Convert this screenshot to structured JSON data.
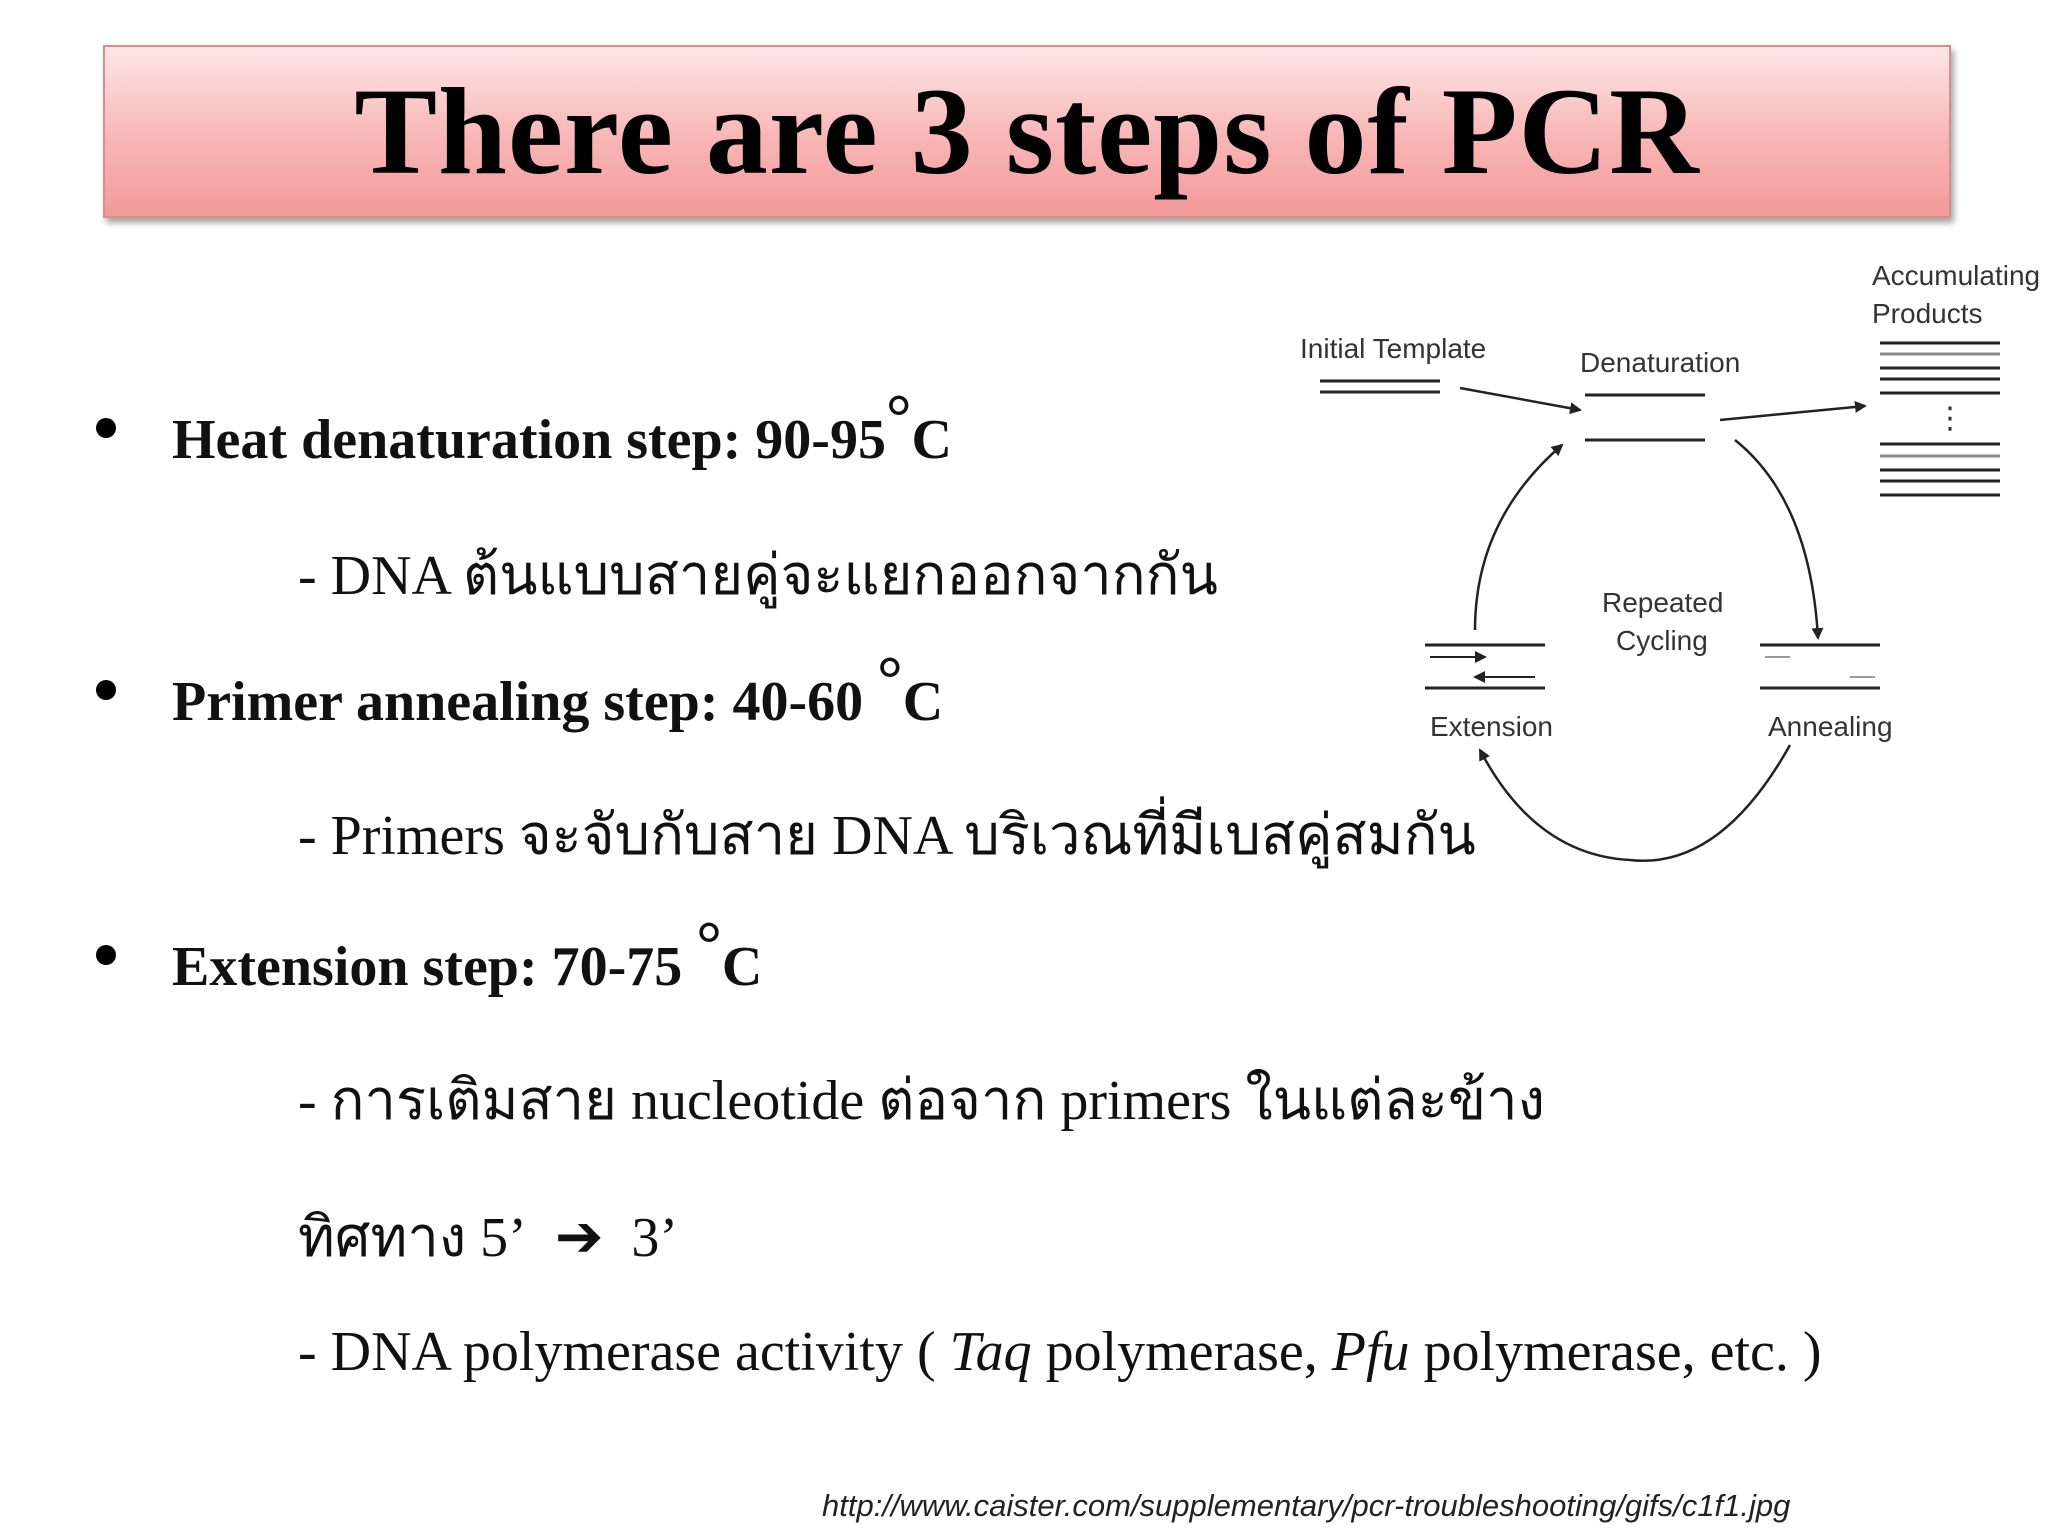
{
  "title": "There are 3 steps of PCR",
  "steps": [
    {
      "heading": "Heat denaturation step: 90-95",
      "degree_symbol": "°",
      "unit": "C",
      "details": [
        "- DNA ต้นแบบสายคู่จะแยกออกจากกัน"
      ]
    },
    {
      "heading": "Primer annealing step: 40-60",
      "degree_symbol": "°",
      "unit": "C",
      "details": [
        "- Primers จะจับกับสาย DNA บริเวณที่มีเบสคู่สมกัน"
      ]
    },
    {
      "heading": "Extension step: 70-75",
      "degree_symbol": "°",
      "unit": "C",
      "details": [
        "- การเติมสาย nucleotide ต่อจาก primers ในแต่ละข้าง",
        "ทิศทาง 5’",
        "3’"
      ],
      "direction_arrow_icon": "right-arrow-icon",
      "polymerase_line": {
        "prefix": "- DNA polymerase activity ( ",
        "enzyme1": "Taq",
        "middle": " polymerase, ",
        "enzyme2": "Pfu",
        "suffix": "  polymerase, etc. )"
      }
    }
  ],
  "diagram": {
    "initial_template": "Initial Template",
    "denaturation": "Denaturation",
    "accumulating": "Accumulating",
    "products": "Products",
    "repeated": "Repeated",
    "cycling": "Cycling",
    "extension": "Extension",
    "annealing": "Annealing",
    "ellipsis": "⋮"
  },
  "source_url": "http://www.caister.com/supplementary/pcr-troubleshooting/gifs/c1f1.jpg"
}
